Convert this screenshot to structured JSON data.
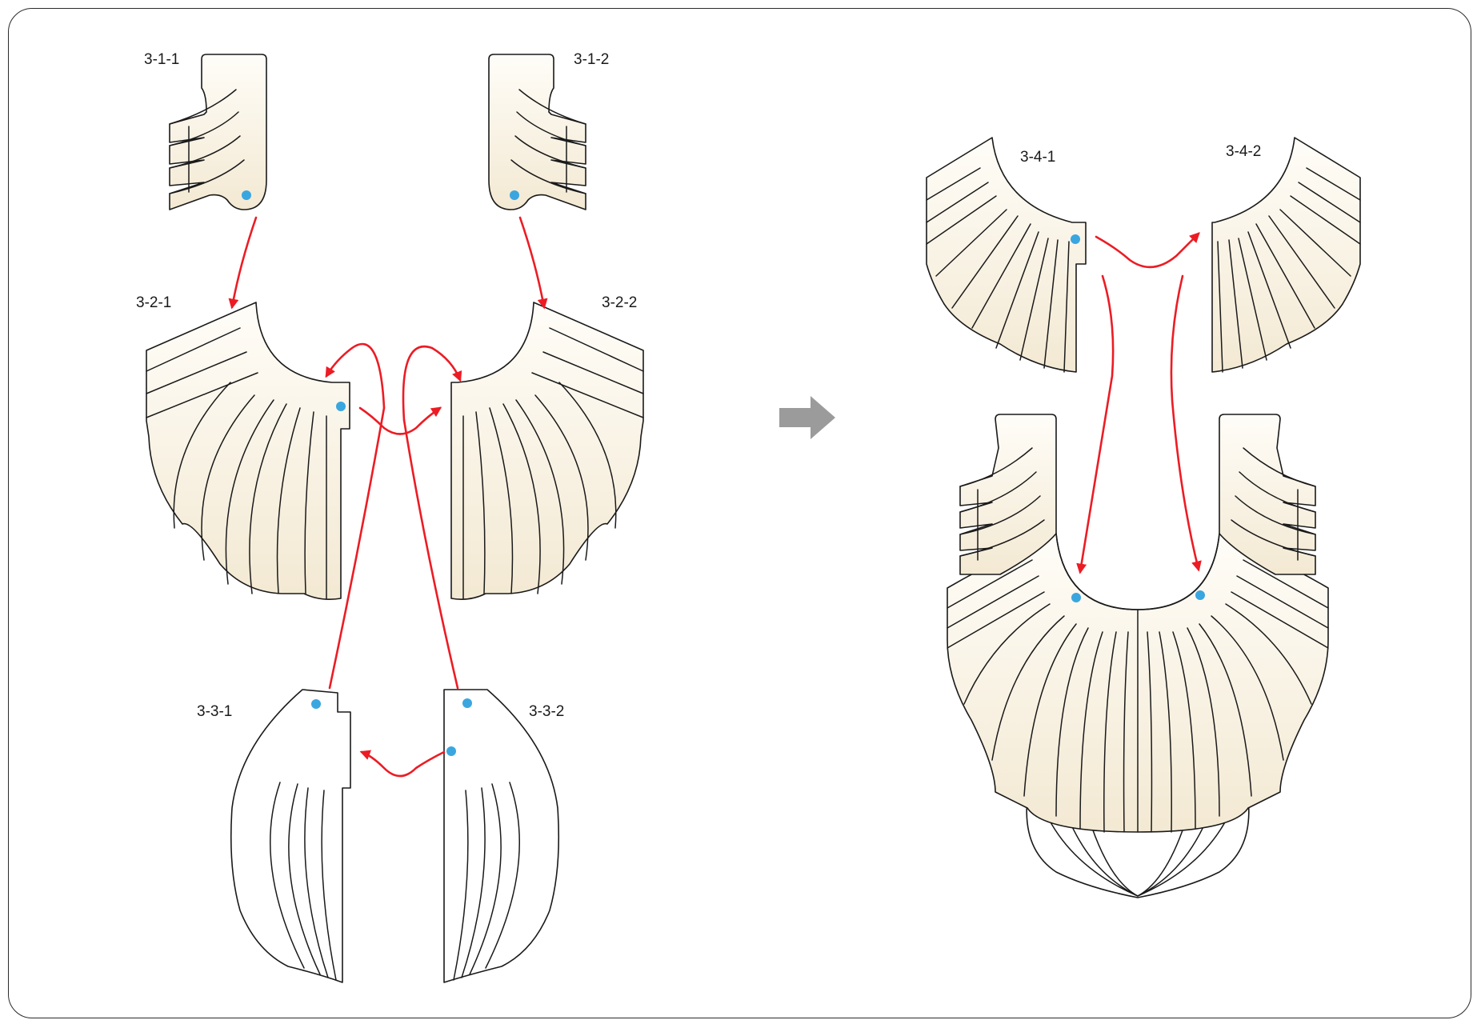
{
  "labels": {
    "p311": "3-1-1",
    "p312": "3-1-2",
    "p321": "3-2-1",
    "p322": "3-2-2",
    "p331": "3-3-1",
    "p332": "3-3-2",
    "p341": "3-4-1",
    "p342": "3-4-2"
  },
  "colors": {
    "paper": "#fbf5e8",
    "outline": "#1a1a1a",
    "assembly_arrow": "#ec1c24",
    "glue_dot": "#3aa6e0",
    "step_arrow": "#9b9b9b"
  },
  "icons": {
    "step": "right-arrow-icon",
    "glue": "glue-point-dot"
  }
}
